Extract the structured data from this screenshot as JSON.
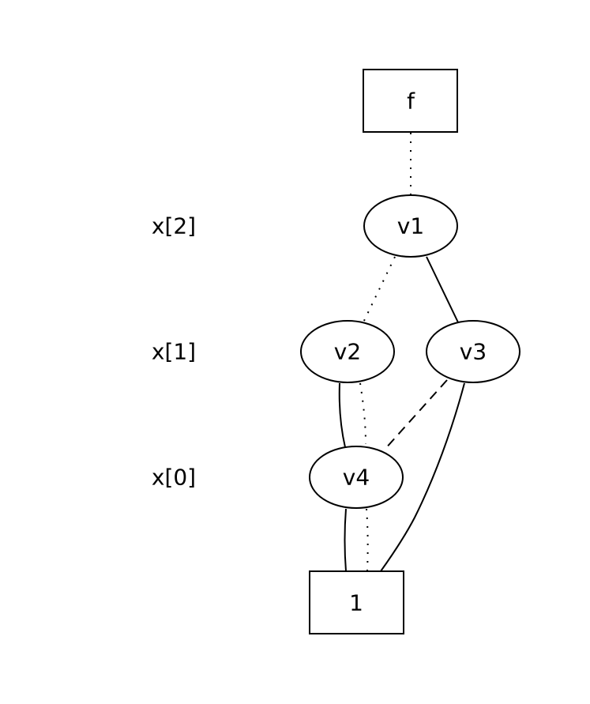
{
  "diagram": {
    "levels": [
      {
        "id": "level-x2",
        "label": "x[2]"
      },
      {
        "id": "level-x1",
        "label": "x[1]"
      },
      {
        "id": "level-x0",
        "label": "x[0]"
      }
    ],
    "nodes": [
      {
        "id": "f",
        "label": "f",
        "shape": "box"
      },
      {
        "id": "v1",
        "label": "v1",
        "shape": "ellipse"
      },
      {
        "id": "v2",
        "label": "v2",
        "shape": "ellipse"
      },
      {
        "id": "v3",
        "label": "v3",
        "shape": "ellipse"
      },
      {
        "id": "v4",
        "label": "v4",
        "shape": "ellipse"
      },
      {
        "id": "one",
        "label": "1",
        "shape": "box"
      }
    ],
    "edges": [
      {
        "from": "f",
        "to": "v1",
        "style": "dotted"
      },
      {
        "from": "v1",
        "to": "v2",
        "style": "dotted"
      },
      {
        "from": "v1",
        "to": "v3",
        "style": "solid"
      },
      {
        "from": "v2",
        "to": "v4",
        "style": "solid"
      },
      {
        "from": "v2",
        "to": "v4",
        "style": "dotted"
      },
      {
        "from": "v3",
        "to": "v4",
        "style": "dashed"
      },
      {
        "from": "v3",
        "to": "one",
        "style": "solid"
      },
      {
        "from": "v4",
        "to": "one",
        "style": "solid"
      },
      {
        "from": "v4",
        "to": "one",
        "style": "dotted"
      }
    ]
  }
}
